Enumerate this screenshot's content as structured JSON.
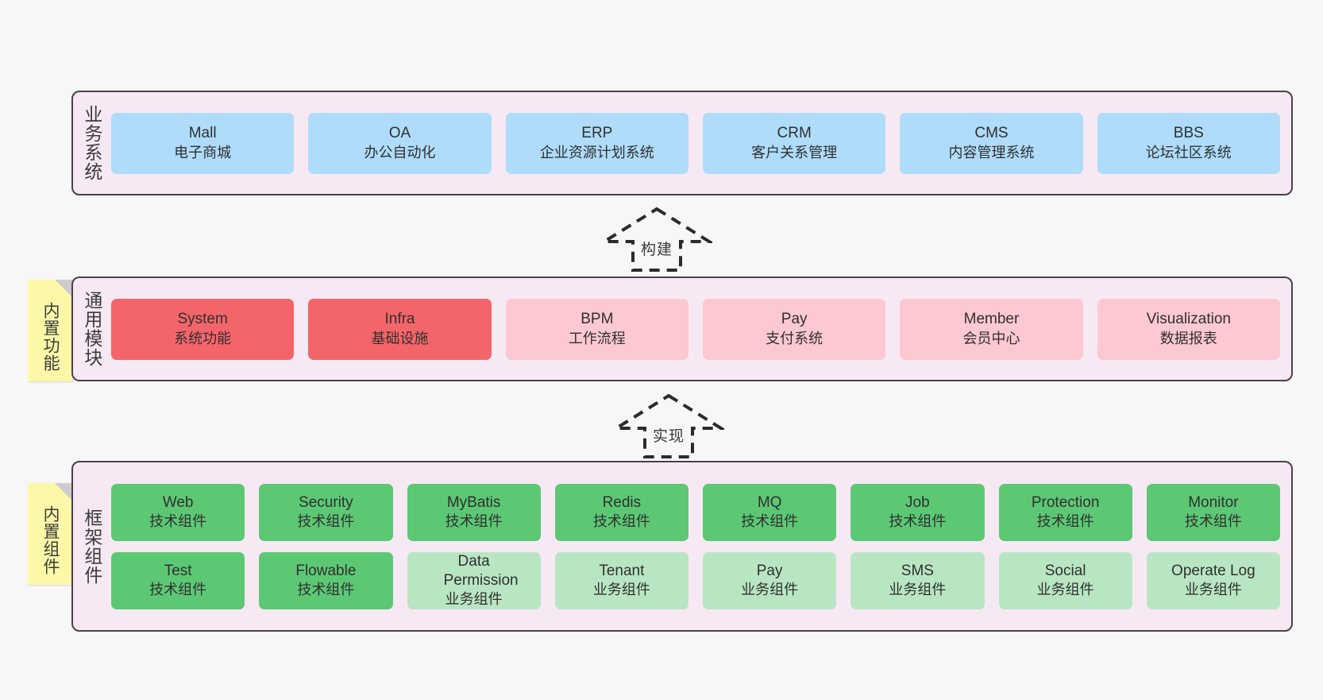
{
  "diagram": {
    "background_color": "#f7f7f7",
    "container_fill": "#f7e9f4",
    "container_border": "#4d4049"
  },
  "layers": [
    {
      "id": "business-systems",
      "title": "业务系统",
      "rows": [
        {
          "items": [
            {
              "en": "Mall",
              "cn": "电子商城",
              "color": "#aedcfa",
              "tone": "blue"
            },
            {
              "en": "OA",
              "cn": "办公自动化",
              "color": "#aedcfa",
              "tone": "blue"
            },
            {
              "en": "ERP",
              "cn": "企业资源计划系统",
              "color": "#aedcfa",
              "tone": "blue"
            },
            {
              "en": "CRM",
              "cn": "客户关系管理",
              "color": "#aedcfa",
              "tone": "blue"
            },
            {
              "en": "CMS",
              "cn": "内容管理系统",
              "color": "#aedcfa",
              "tone": "blue"
            },
            {
              "en": "BBS",
              "cn": "论坛社区系统",
              "color": "#aedcfa",
              "tone": "blue"
            }
          ]
        }
      ]
    },
    {
      "id": "common-modules",
      "title": "通用模块",
      "note": "内置功能",
      "rows": [
        {
          "items": [
            {
              "en": "System",
              "cn": "系统功能",
              "color": "#f4656a",
              "tone": "red"
            },
            {
              "en": "Infra",
              "cn": "基础设施",
              "color": "#f4656a",
              "tone": "red"
            },
            {
              "en": "BPM",
              "cn": "工作流程",
              "color": "#fcc8d2",
              "tone": "pink"
            },
            {
              "en": "Pay",
              "cn": "支付系统",
              "color": "#fcc8d2",
              "tone": "pink"
            },
            {
              "en": "Member",
              "cn": "会员中心",
              "color": "#fcc8d2",
              "tone": "pink"
            },
            {
              "en": "Visualization",
              "cn": "数据报表",
              "color": "#fcc8d2",
              "tone": "pink"
            }
          ]
        }
      ]
    },
    {
      "id": "framework-components",
      "title": "框架组件",
      "note": "内置组件",
      "rows": [
        {
          "items": [
            {
              "en": "Web",
              "cn": "技术组件",
              "color": "#5cc874",
              "tone": "green"
            },
            {
              "en": "Security",
              "cn": "技术组件",
              "color": "#5cc874",
              "tone": "green"
            },
            {
              "en": "MyBatis",
              "cn": "技术组件",
              "color": "#5cc874",
              "tone": "green"
            },
            {
              "en": "Redis",
              "cn": "技术组件",
              "color": "#5cc874",
              "tone": "green"
            },
            {
              "en": "MQ",
              "cn": "技术组件",
              "color": "#5cc874",
              "tone": "green"
            },
            {
              "en": "Job",
              "cn": "技术组件",
              "color": "#5cc874",
              "tone": "green"
            },
            {
              "en": "Protection",
              "cn": "技术组件",
              "color": "#5cc874",
              "tone": "green"
            },
            {
              "en": "Monitor",
              "cn": "技术组件",
              "color": "#5cc874",
              "tone": "green"
            }
          ]
        },
        {
          "items": [
            {
              "en": "Test",
              "cn": "技术组件",
              "color": "#5cc874",
              "tone": "green"
            },
            {
              "en": "Flowable",
              "cn": "技术组件",
              "color": "#5cc874",
              "tone": "green"
            },
            {
              "en": "Data Permission",
              "cn": "业务组件",
              "color": "#b9e6c2",
              "tone": "lightgreen"
            },
            {
              "en": "Tenant",
              "cn": "业务组件",
              "color": "#b9e6c2",
              "tone": "lightgreen"
            },
            {
              "en": "Pay",
              "cn": "业务组件",
              "color": "#b9e6c2",
              "tone": "lightgreen"
            },
            {
              "en": "SMS",
              "cn": "业务组件",
              "color": "#b9e6c2",
              "tone": "lightgreen"
            },
            {
              "en": "Social",
              "cn": "业务组件",
              "color": "#b9e6c2",
              "tone": "lightgreen"
            },
            {
              "en": "Operate Log",
              "cn": "业务组件",
              "color": "#b9e6c2",
              "tone": "lightgreen"
            }
          ]
        }
      ]
    }
  ],
  "connectors": [
    {
      "id": "build",
      "label": "构建",
      "style": "dashed-block-arrow-up",
      "from": "common-modules",
      "to": "business-systems"
    },
    {
      "id": "implement",
      "label": "实现",
      "style": "dashed-block-arrow-up",
      "from": "framework-components",
      "to": "common-modules"
    }
  ]
}
